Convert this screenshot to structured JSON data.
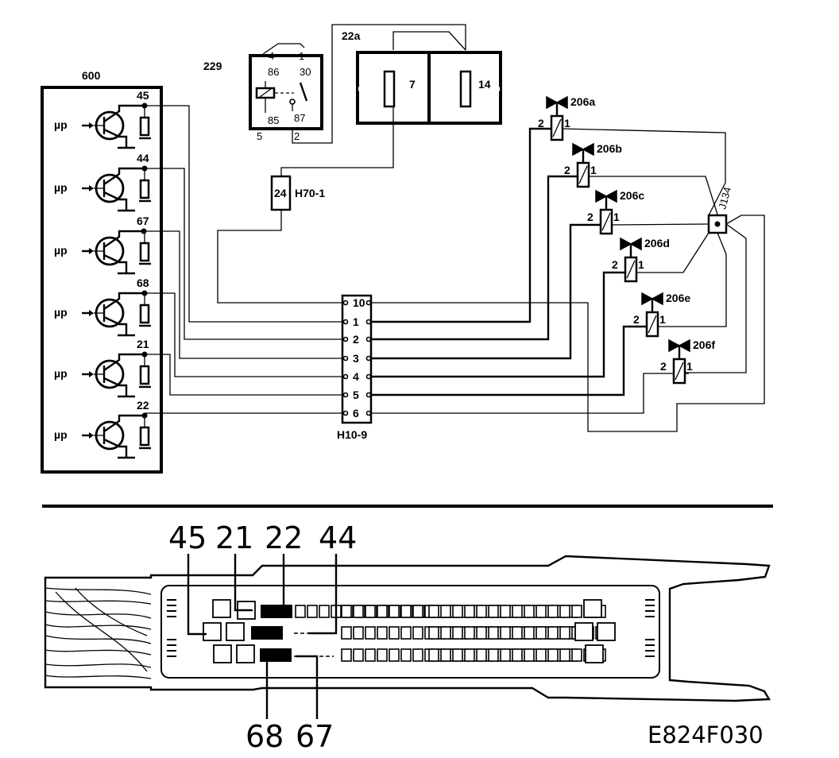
{
  "labels": {
    "ecu": "600",
    "relay": "229",
    "fusebox": "22a",
    "connector": "H10-9",
    "conn_h70": "H70-1",
    "splice": "J134",
    "image_code": "E824F030"
  },
  "relay_pins": {
    "p4": "4",
    "p1": "1",
    "p86": "86",
    "p30": "30",
    "p85": "85",
    "p87": "87",
    "p5": "5",
    "p2": "2"
  },
  "fuses": {
    "f7": "7",
    "f14": "14"
  },
  "h70_pin": "24",
  "mu_label": "µp",
  "drivers": [
    {
      "pin": "45"
    },
    {
      "pin": "44"
    },
    {
      "pin": "67"
    },
    {
      "pin": "68"
    },
    {
      "pin": "21"
    },
    {
      "pin": "22"
    }
  ],
  "connector_pins": [
    "10",
    "1",
    "2",
    "3",
    "4",
    "5",
    "6"
  ],
  "injectors": [
    {
      "name": "206a",
      "p2": "2",
      "p1": "1"
    },
    {
      "name": "206b",
      "p2": "2",
      "p1": "1"
    },
    {
      "name": "206c",
      "p2": "2",
      "p1": "1"
    },
    {
      "name": "206d",
      "p2": "2",
      "p1": "1"
    },
    {
      "name": "206e",
      "p2": "2",
      "p1": "1"
    },
    {
      "name": "206f",
      "p2": "2",
      "p1": "1"
    }
  ],
  "connector_callouts": {
    "top": [
      "45",
      "21",
      "22",
      "44"
    ],
    "bottom": [
      "68",
      "67"
    ]
  },
  "colors": {
    "ink": "#000000",
    "paper": "#ffffff"
  }
}
